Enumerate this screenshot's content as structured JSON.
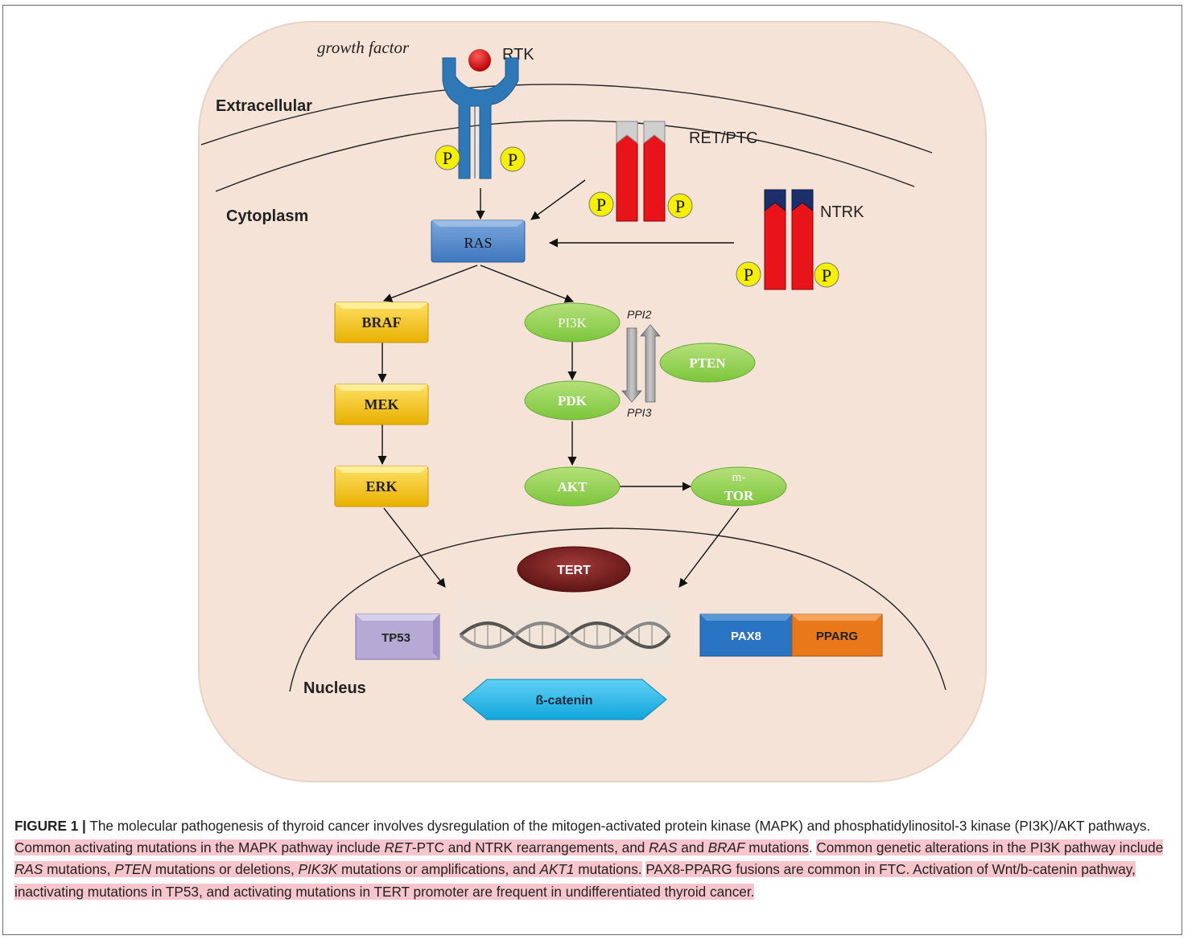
{
  "figure": {
    "labels": {
      "growth_factor": "growth factor",
      "rtk": "RTK",
      "extracellular": "Extracellular",
      "cytoplasm": "Cytoplasm",
      "nucleus": "Nucleus",
      "ret_ptc": "RET/PTC",
      "ntrk": "NTRK",
      "phospho": "P",
      "ppi2": "PPI2",
      "ppi3": "PPI3"
    },
    "nodes": {
      "ras": "RAS",
      "braf": "BRAF",
      "mek": "MEK",
      "erk": "ERK",
      "pi3k": "PI3K",
      "pdk": "PDK",
      "akt": "AKT",
      "pten": "PTEN",
      "mtor_line1": "m-",
      "mtor_line2": "TOR",
      "tert": "TERT",
      "tp53": "TP53",
      "pax8": "PAX8",
      "pparg": "PPARG",
      "beta_catenin": "ß-catenin"
    },
    "colors": {
      "cell": "#f4e3d6",
      "ras": "#5b8ed0",
      "mapk_box": "#f5c400",
      "pi3k_ellipse": "#92d050",
      "tert": "#7a1f1f",
      "tp53": "#b7a9d6",
      "pax8": "#2a74c4",
      "pparg": "#e8781a",
      "beta_catenin": "#29b7e8",
      "receptor_red": "#e8141a",
      "rtk_blue": "#2f78b8",
      "phospho_yellow": "#f5f000",
      "caption_highlight": "#f7c6cc"
    }
  },
  "caption": {
    "label": "FIGURE 1 |",
    "s1": "The molecular pathogenesis of thyroid cancer involves dysregulation of the mitogen-activated protein kinase (MAPK) and phosphatidylinositol-3 kinase (PI3K)/AKT pathways.",
    "s2a": "Common activating mutations in the MAPK pathway include ",
    "s2_ret": "RET",
    "s2b": "-PTC and NTRK rearrangements, and ",
    "s2_ras": "RAS",
    "s2c": " and ",
    "s2_braf": "BRAF",
    "s2d": " mutations",
    "s2e": ".",
    "s3a": "Common genetic alterations in the PI3K pathway include ",
    "s3_ras": "RAS",
    "s3b": " mutations, ",
    "s3_pten": "PTEN",
    "s3c": " mutations or deletions, ",
    "s3_pik3k": "PIK3K",
    "s3d": " mutations or amplifications, and ",
    "s3_akt1": "AKT1",
    "s3e": " mutations.",
    "s4": "PAX8-PPARG fusions are common in FTC. Activation of Wnt/b-catenin pathway, inactivating mutations in TP53, and activating mutations in TERT promoter are frequent in undifferentiated thyroid cancer."
  }
}
